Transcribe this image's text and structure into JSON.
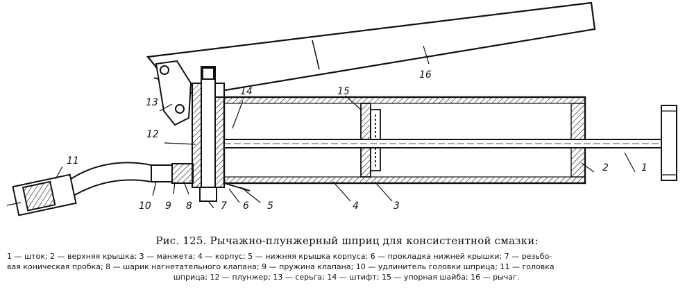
{
  "figure": {
    "callouts": [
      "1",
      "2",
      "3",
      "4",
      "5",
      "6",
      "7",
      "8",
      "9",
      "10",
      "11",
      "12",
      "13",
      "14",
      "15",
      "16"
    ]
  },
  "caption": {
    "title": "Рис. 125. Рычажно-плунжерный шприц для консистентной смазки:",
    "legend_line1": "1 — шток; 2 — верхняя крышка; 3 — манжета; 4 — корпус; 5 — нижняя крышка корпуса; 6 — прокладка нижней крышки; 7 — резьбо-",
    "legend_line2": "вая коническая пробка; 8 — шарик нагнетательного клапана; 9 — пружина клапана; 10 — удлинитель головки шприца; 11 — головка",
    "legend_line3": "шприца; 12 — плунжер; 13 — серьга; 14 — штифт; 15 — упорная шайба; 16 — рычаг."
  }
}
